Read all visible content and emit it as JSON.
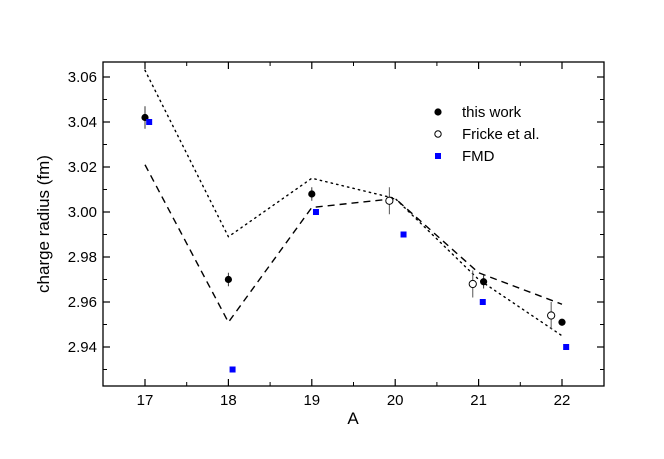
{
  "chart_data": {
    "type": "scatter",
    "title": "",
    "xlabel": "A",
    "ylabel": "charge radius (fm)",
    "xlim": [
      16.5,
      22.5
    ],
    "ylim": [
      2.923,
      3.067
    ],
    "xticks": [
      17,
      18,
      19,
      20,
      21,
      22
    ],
    "xtick_labels": [
      "17",
      "18",
      "19",
      "20",
      "21",
      "22"
    ],
    "yticks": [
      2.94,
      2.96,
      2.98,
      3.0,
      3.02,
      3.04,
      3.06
    ],
    "ytick_labels": [
      "2.94",
      "2.96",
      "2.98",
      "3.00",
      "3.02",
      "3.04",
      "3.06"
    ],
    "grid": false,
    "legend_position": "upper right",
    "series": [
      {
        "name": "this work",
        "marker": "filled-circle",
        "color": "#000000",
        "x": [
          17,
          18,
          19,
          21,
          22
        ],
        "values": [
          3.042,
          2.97,
          3.008,
          2.969,
          2.951
        ],
        "errors": [
          0.005,
          0.003,
          0.003,
          0.003,
          0.001
        ]
      },
      {
        "name": "Fricke et al.",
        "marker": "open-circle",
        "color": "#000000",
        "x": [
          20,
          21,
          22
        ],
        "values": [
          3.005,
          2.968,
          2.954
        ],
        "errors": [
          0.006,
          0.006,
          0.006
        ]
      },
      {
        "name": "FMD",
        "marker": "square",
        "color": "#0000ff",
        "x": [
          17,
          18,
          19,
          20,
          21,
          22
        ],
        "values": [
          3.04,
          2.93,
          3.0,
          2.99,
          2.96,
          2.94
        ]
      },
      {
        "name": "dotted line",
        "style": "dotted",
        "color": "#000000",
        "x": [
          17,
          18,
          19,
          20,
          21,
          22
        ],
        "values": [
          3.063,
          2.989,
          3.015,
          3.006,
          2.97,
          2.945
        ]
      },
      {
        "name": "dashed line",
        "style": "dashed",
        "color": "#000000",
        "x": [
          17,
          18,
          19,
          20,
          21,
          22
        ],
        "values": [
          3.021,
          2.951,
          3.002,
          3.006,
          2.973,
          2.959
        ]
      }
    ]
  },
  "legend": {
    "items": [
      {
        "label": "this work"
      },
      {
        "label": "Fricke et al."
      },
      {
        "label": "FMD"
      }
    ]
  },
  "axes": {
    "xlabel": "A",
    "ylabel": "charge radius (fm)"
  }
}
